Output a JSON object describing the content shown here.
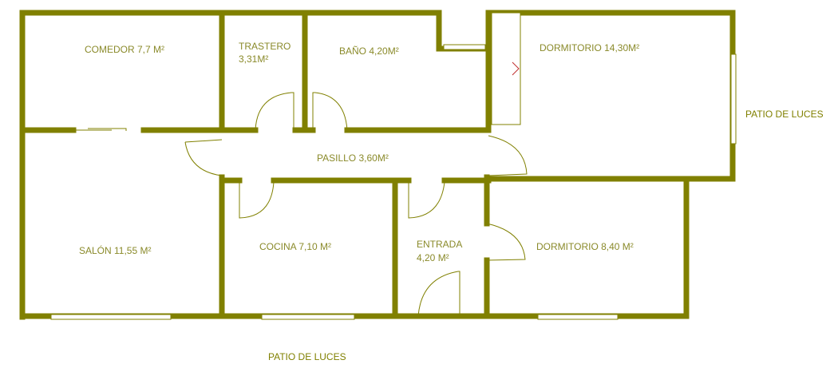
{
  "colors": {
    "wall": "#808000",
    "text": "#8a8a2a",
    "marker": "#c03030"
  },
  "rooms": {
    "comedor": "COMEDOR  7,7 M²",
    "trastero_1": "TRASTERO",
    "trastero_2": "3,31M²",
    "bano": "BAÑO 4,20M²",
    "dormitorio1": "DORMITORIO 14,30M²",
    "pasillo": "PASILLO 3,60M²",
    "salon": "SALÓN 11,55 M²",
    "cocina": "COCINA 7,10 M²",
    "entrada_1": "ENTRADA",
    "entrada_2": "4,20 M²",
    "dormitorio2": "DORMITORIO 8,40 M²"
  },
  "exterior": {
    "patio_right": "PATIO DE LUCES",
    "patio_bottom": "PATIO DE LUCES"
  }
}
